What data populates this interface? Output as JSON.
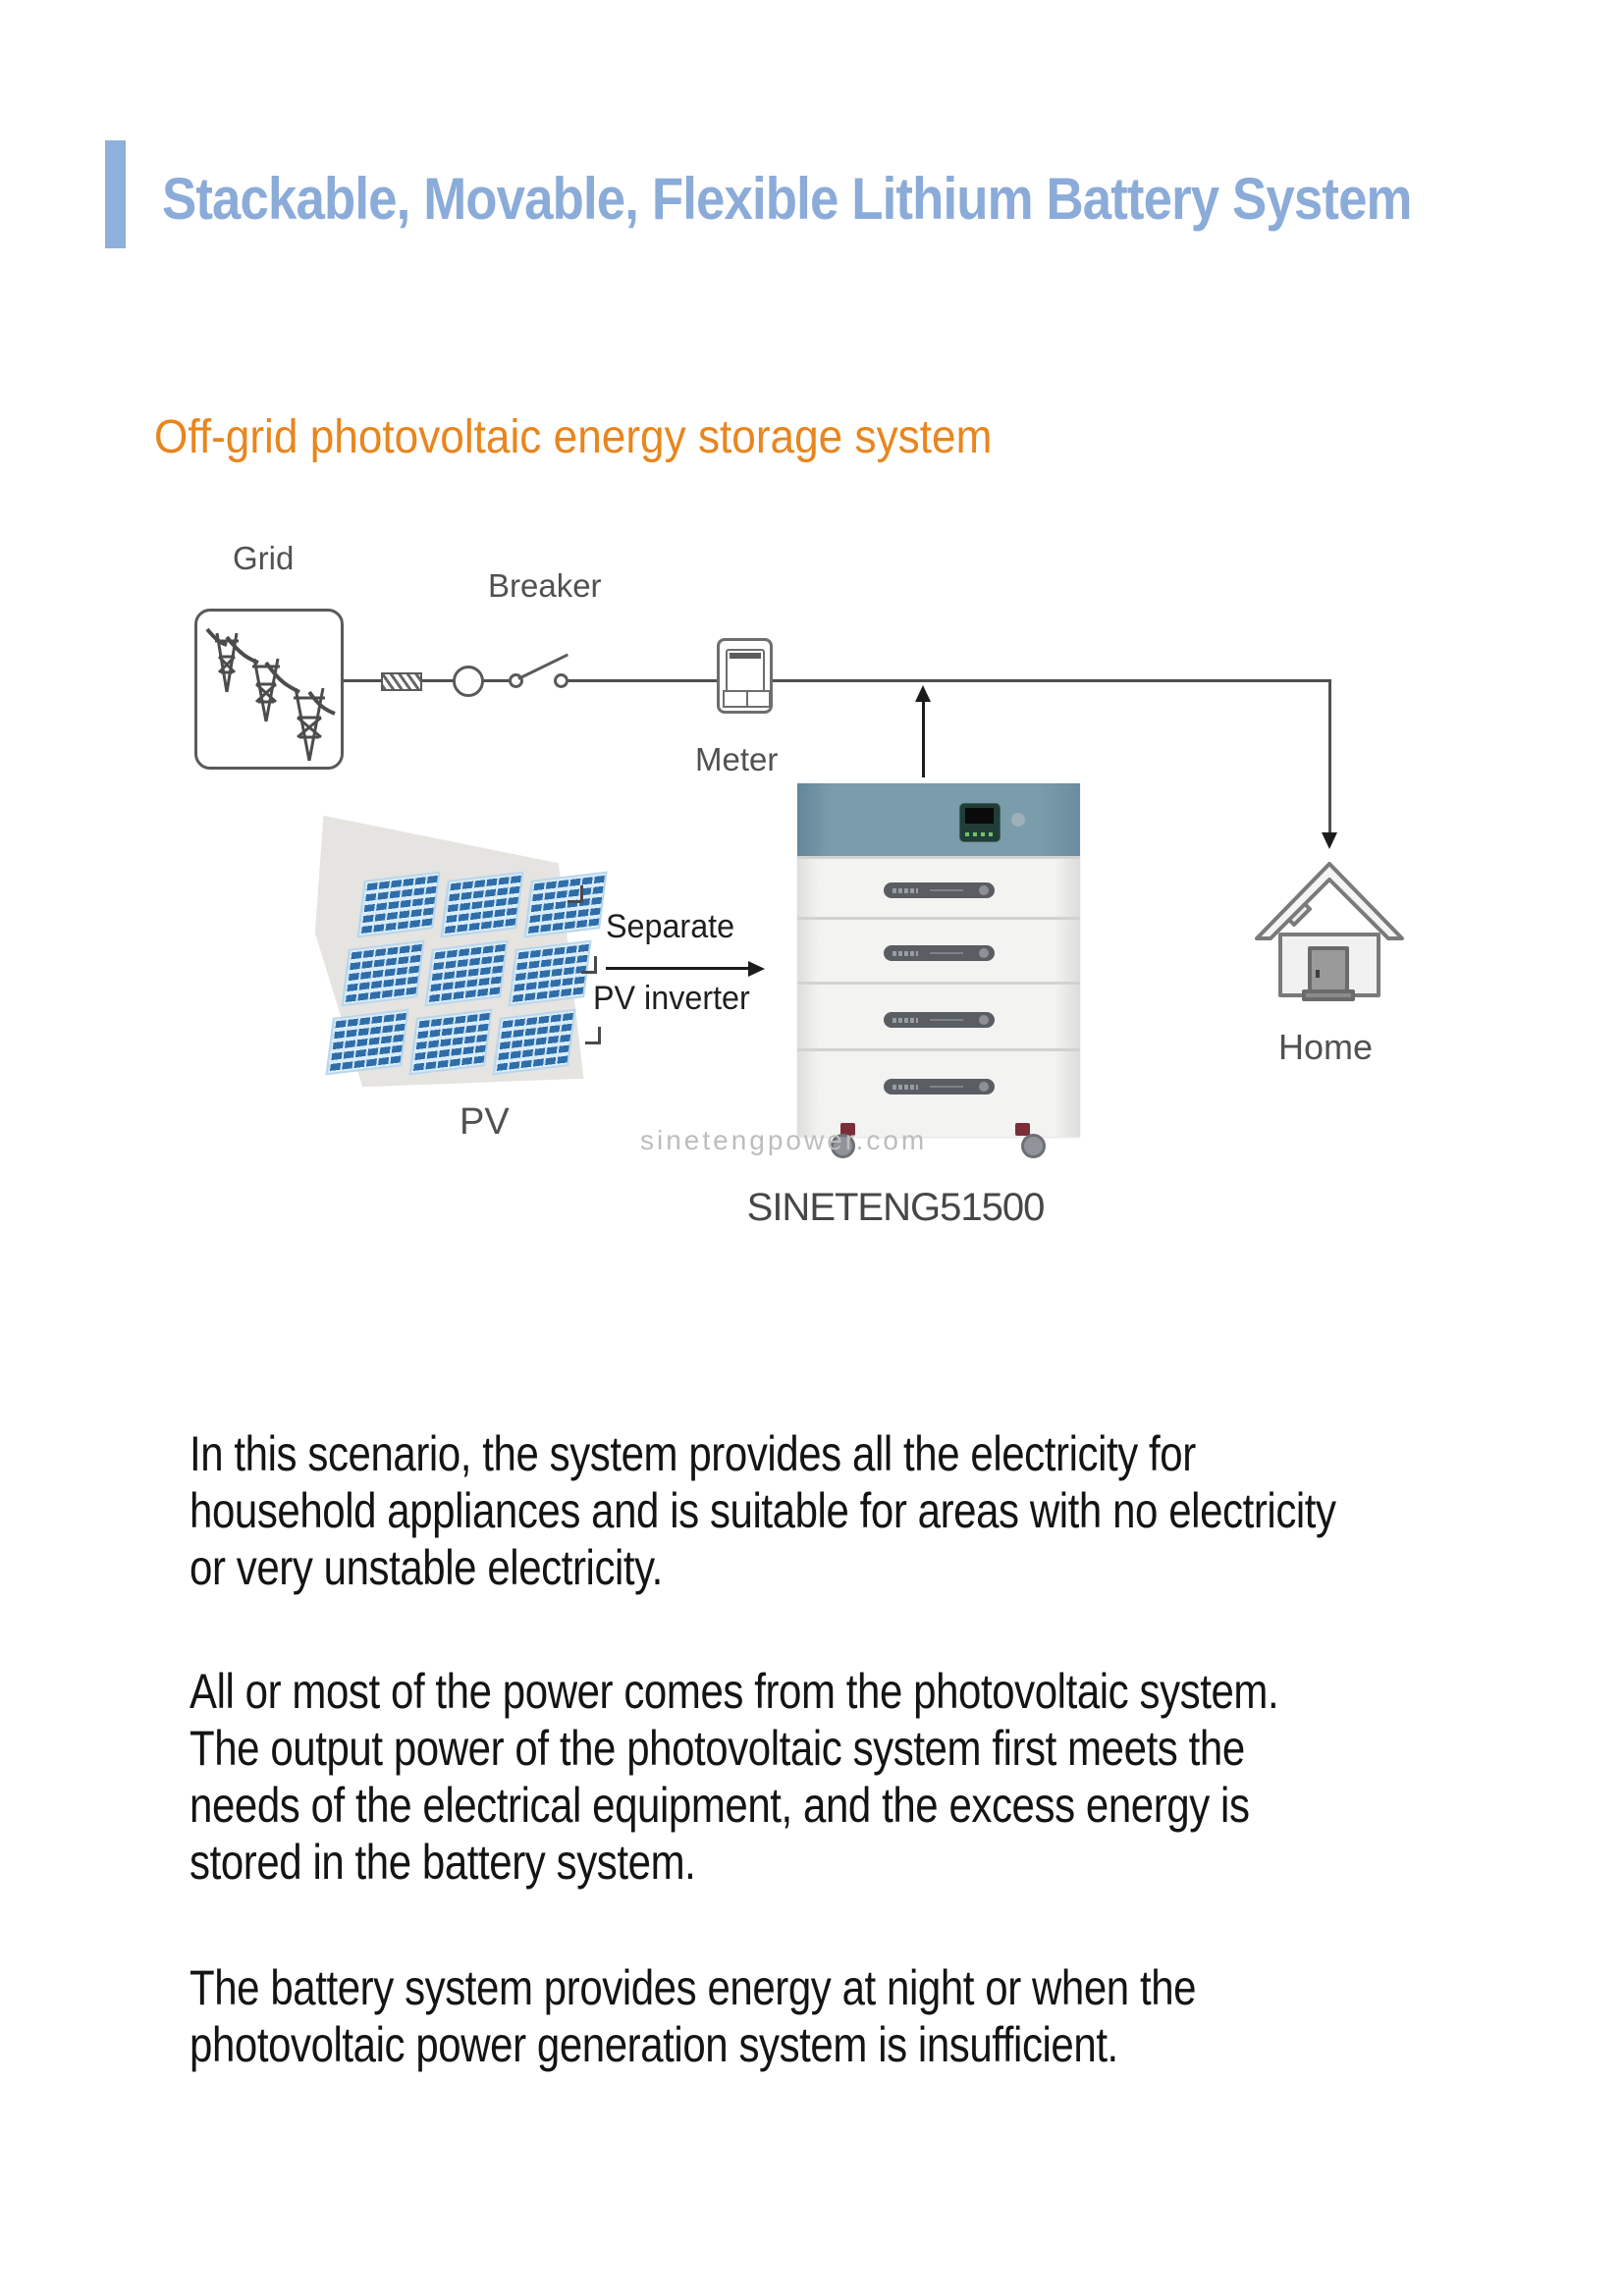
{
  "page": {
    "title": "Stackable, Movable, Flexible Lithium Battery System",
    "subtitle": "Off-grid photovoltaic energy storage system"
  },
  "diagram": {
    "labels": {
      "grid": "Grid",
      "breaker": "Breaker",
      "meter": "Meter",
      "pv": "PV",
      "home": "Home",
      "separate_line1": "Separate",
      "separate_line2": "PV inverter",
      "model": "SINETENG51500",
      "watermark": "sinetengpower.com"
    },
    "colors": {
      "accent_blue": "#8fb0dc",
      "accent_orange": "#e8861e",
      "battery_teal": "#7b9cab",
      "panel_blue": "#2f6da9",
      "line_gray": "#4f4f4f",
      "label_gray": "#515151"
    }
  },
  "body": {
    "p1_lines": [
      "In this scenario, the system provides all the electricity for",
      "household appliances and is suitable for areas with no electricity",
      "or very unstable electricity."
    ],
    "p2_lines": [
      "All or most of the power comes from the photovoltaic system.",
      "The output power of the photovoltaic system first meets the",
      "needs of the electrical equipment, and the excess energy is",
      "stored in the battery system."
    ],
    "p3_lines": [
      "The battery system provides energy at night or when the",
      "photovoltaic power generation system is insufficient."
    ]
  }
}
